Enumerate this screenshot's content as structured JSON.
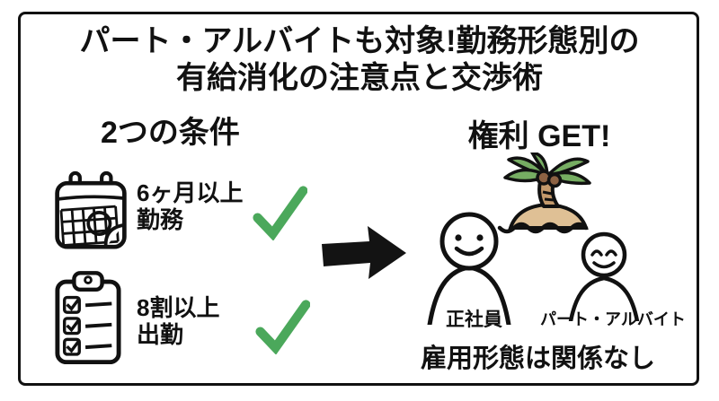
{
  "title": {
    "line1": "パート・アルバイトも対象!勤務形態別の",
    "line2": "有給消化の注意点と交渉術"
  },
  "left": {
    "heading": "2つの条件",
    "conditions": [
      {
        "icon": "calendar-icon",
        "line1": "6ヶ月以上",
        "line2": "勤務",
        "status": "check"
      },
      {
        "icon": "checklist-icon",
        "line1": "8割以上",
        "line2": "出勤",
        "status": "check"
      }
    ]
  },
  "arrow": {
    "icon": "right-arrow-icon"
  },
  "right": {
    "heading": "権利 GET!",
    "scene_icon": "palm-tree-island-icon",
    "figures": [
      {
        "icon": "person-smiling-icon",
        "label": "正社員"
      },
      {
        "icon": "person-happy-eyes-icon",
        "label": "パート・アルバイト"
      }
    ],
    "footer": "雇用形態は関係なし"
  },
  "colors": {
    "ink": "#111111",
    "check_green": "#4BA85B",
    "palm_leaf": "#76AD62",
    "palm_trunk": "#C49A6C",
    "coconut": "#8D6243",
    "sand": "#DFC095",
    "background": "#FFFFFF"
  }
}
